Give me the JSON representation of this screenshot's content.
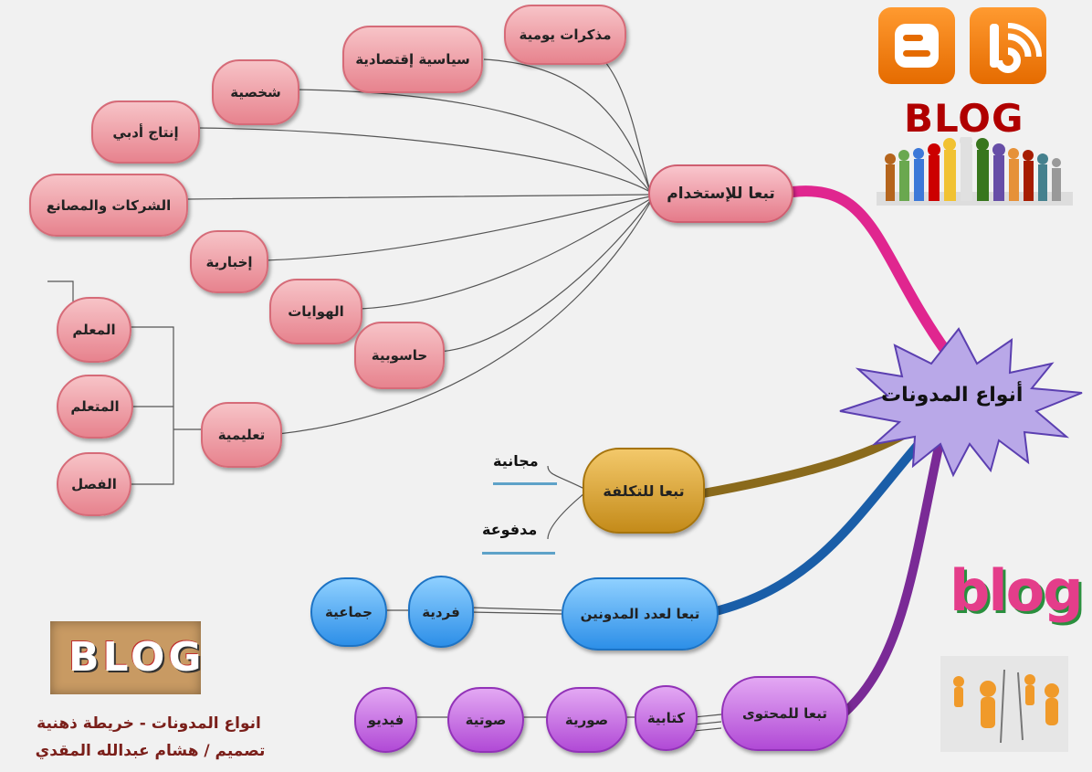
{
  "center": {
    "label": "أنواع المدونات"
  },
  "branches": {
    "usage": {
      "label": "تبعا للإستخدام",
      "children": [
        "مذكرات يومية",
        "سياسية إقتصادية",
        "شخصية",
        "إنتاج أدبي",
        "الشركات والمصانع",
        "إخبارية",
        "الهوايات",
        "حاسوبية",
        "تعليمية"
      ],
      "educational_children": [
        "المعلم",
        "المتعلم",
        "الفصل"
      ]
    },
    "cost": {
      "label": "تبعا للتكلفة",
      "children": [
        "مجانية",
        "مدفوعة"
      ]
    },
    "bloggers": {
      "label": "تبعا لعدد المدونين",
      "children": [
        "فردية",
        "جماعية"
      ]
    },
    "content": {
      "label": "تبعا للمحتوى",
      "children": [
        "كتابية",
        "صورية",
        "صوتية",
        "فيديو"
      ]
    }
  },
  "decor": {
    "blog_word": "BLOG",
    "blog_lower": "blog",
    "cork_text": "BLOG"
  },
  "footer": {
    "line1": "انواع المدونات - خريطة ذهنية",
    "line2": "تصميم / هشام عبدالله المقدي"
  },
  "colors": {
    "usage_link": "#e0268f",
    "cost_link": "#8a6a1c",
    "bloggers_link": "#1a5ea8",
    "content_link": "#7a2a96",
    "blogger_orange": "#f57d00"
  }
}
